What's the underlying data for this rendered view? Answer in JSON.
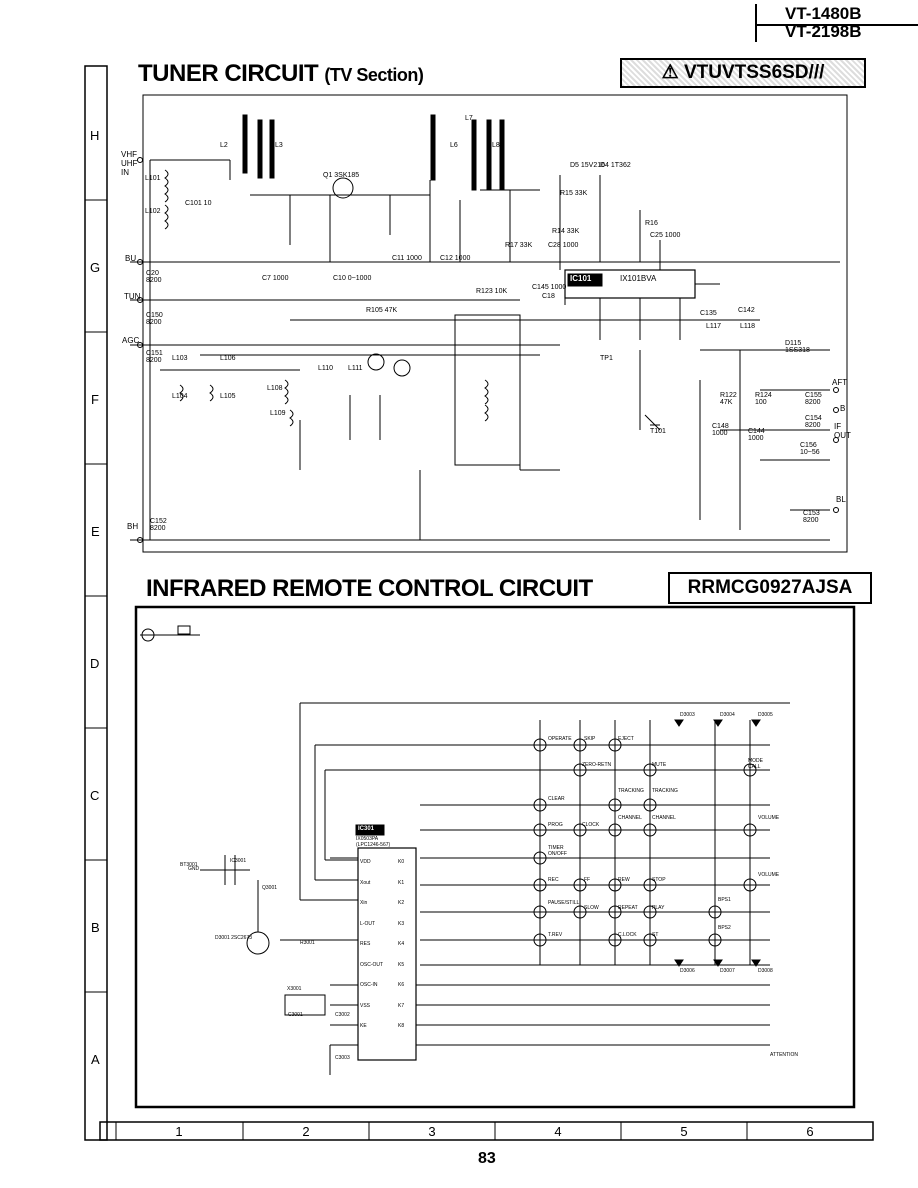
{
  "header": {
    "model_a": "VT-1480B",
    "model_b": "VT-2198B"
  },
  "tuner": {
    "title": "TUNER CIRCUIT",
    "subtitle": "(TV Section)",
    "part": "VTUVTSS6SD///",
    "ic": "IC101",
    "ic_part": "IX101BVA",
    "ports": {
      "vhf": "VHF",
      "uhf": "UHF",
      "in": "IN",
      "bu": "BU",
      "tun": "TUN",
      "agc": "AGC",
      "bh": "BH",
      "aft": "AFT",
      "b": "B",
      "if": "IF",
      "out": "OUT",
      "bl": "BL"
    },
    "labels": [
      "Q1 3SK185",
      "L2",
      "L3",
      "L6",
      "L7",
      "L8",
      "D5 15V216",
      "D4 1T362",
      "R15 33K",
      "R16",
      "C25 1000",
      "R14 33K",
      "C28 1000",
      "R17 33K",
      "R123 10K",
      "R105 47K",
      "C145 1000",
      "C18",
      "C135",
      "C142",
      "L117",
      "D115 1SS318",
      "L118",
      "C155 8200",
      "C154 8200",
      "C156 10~56",
      "C153 8200",
      "C152 8200",
      "C150 8200",
      "C151 8200",
      "C20 8200",
      "C7 1000",
      "C10 0~1000",
      "C11 1000",
      "C12 1000",
      "C101 10",
      "L101",
      "L102",
      "L103",
      "L104",
      "L105",
      "L106",
      "L108",
      "L109",
      "L110",
      "L111",
      "T101",
      "TP1",
      "R122 47K",
      "R124 100",
      "C148 1000",
      "C144 1000"
    ]
  },
  "remote": {
    "title": "INFRARED REMOTE CONTROL CIRCUIT",
    "part": "RRMCG0927AJSA",
    "ic": "IC301",
    "ic_part": "IX0503PA",
    "ic_alt": "(LPC1246-567)",
    "left_pins": [
      "VDD",
      "Xout",
      "Xin",
      "L-OUT",
      "RES",
      "OSC-OUT",
      "OSC-IN",
      "VSS",
      "KE"
    ],
    "right_pins": [
      "K0",
      "K1",
      "K2",
      "K3",
      "K4",
      "K5",
      "K6",
      "K7",
      "K8"
    ],
    "keys": [
      "OPERATE",
      "SKIP",
      "EJECT",
      "ZERO-RETN",
      "MUTE",
      "MODE CALL",
      "CLEAR",
      "TRACKING",
      "TRACKING",
      "PROG",
      "CLOCK",
      "CHANNEL",
      "CHANNEL",
      "VOLUME",
      "TIMER ON/OFF",
      "REC",
      "FF",
      "REW",
      "STOP",
      "VOLUME",
      "PAUSE/STILL",
      "SLOW",
      "REPEAT",
      "PLAY",
      "T.REV",
      "C.LOCK",
      "ST",
      "BPS2",
      "BPS1",
      "GND"
    ],
    "diodes": [
      "D3003",
      "D3004",
      "D3005",
      "D3006",
      "D3007",
      "D3008"
    ],
    "parts": [
      "D3001 2SC2673",
      "IC3001",
      "Q3001",
      "R3001",
      "C3001",
      "C3002",
      "C3003",
      "X3001",
      "BT3001"
    ],
    "attention": "ATTENTION"
  },
  "grid": {
    "rows": [
      "H",
      "G",
      "F",
      "E",
      "D",
      "C",
      "B",
      "A"
    ],
    "cols": [
      "1",
      "2",
      "3",
      "4",
      "5",
      "6"
    ]
  },
  "page_number": "83"
}
